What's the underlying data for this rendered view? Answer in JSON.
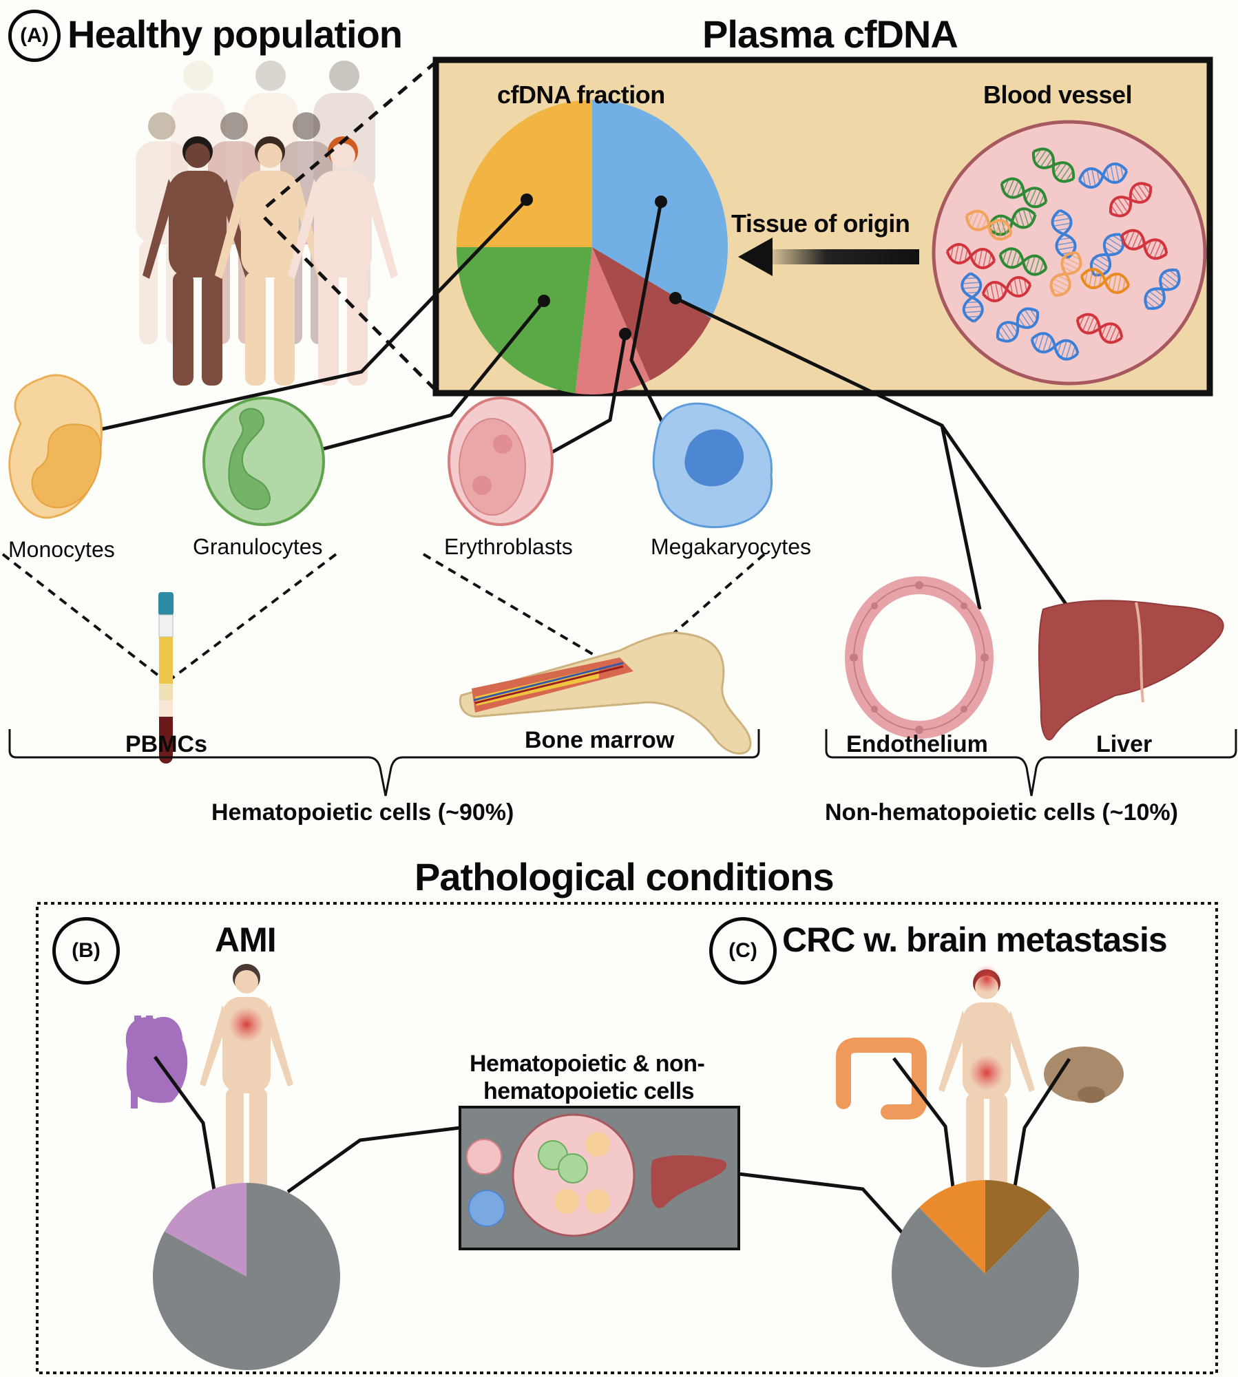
{
  "panel_a": {
    "badge": "(A)",
    "title": "Healthy population",
    "plasma_title": "Plasma cfDNA",
    "pie_title": "cfDNA fraction",
    "vessel_title": "Blood vessel",
    "arrow_label": "Tissue of origin",
    "cells": [
      {
        "label": "Monocytes",
        "color": "#f2b544"
      },
      {
        "label": "Granulocytes",
        "color": "#5aa946"
      },
      {
        "label": "Erythroblasts",
        "color": "#e07c7e"
      },
      {
        "label": "Megakaryocytes",
        "color": "#72afe4"
      }
    ],
    "sources": {
      "pbmcs": "PBMCs",
      "bone_marrow": "Bone marrow",
      "endothelium": "Endothelium",
      "liver": "Liver"
    },
    "group_hematopoietic": "Hematopoietic cells (~90%)",
    "group_non_hematopoietic": "Non-hematopoietic cells (~10%)"
  },
  "pathological": {
    "title": "Pathological conditions",
    "mixed_cells_label_line1": "Hematopoietic & non-",
    "mixed_cells_label_line2": "hematopoietic cells",
    "panel_b": {
      "badge": "(B)",
      "title": "AMI"
    },
    "panel_c": {
      "badge": "(C)",
      "title": "CRC w. brain metastasis"
    }
  },
  "chart_data": [
    {
      "type": "pie",
      "title": "cfDNA fraction",
      "start": "12 o'clock, clockwise",
      "slices": [
        {
          "name": "Megakaryocytes",
          "value": 33,
          "color": "#72afe4"
        },
        {
          "name": "Liver/Endothelium (non-hematopoietic)",
          "value": 10,
          "color": "#a94b4a"
        },
        {
          "name": "Erythroblasts",
          "value": 9,
          "color": "#e07c7e"
        },
        {
          "name": "Granulocytes",
          "value": 23,
          "color": "#5aa946"
        },
        {
          "name": "Monocytes",
          "value": 25,
          "color": "#f2b544"
        }
      ]
    },
    {
      "type": "pie",
      "title": "AMI",
      "start": "12 o'clock, clockwise",
      "slices": [
        {
          "name": "Hematopoietic & non-hematopoietic cells",
          "value": 83,
          "color": "#7f8487"
        },
        {
          "name": "Heart",
          "value": 17,
          "color": "#c294c6"
        }
      ]
    },
    {
      "type": "pie",
      "title": "CRC w. brain metastasis",
      "start": "12 o'clock, clockwise",
      "slices": [
        {
          "name": "Brain",
          "value": 12.5,
          "color": "#9a6a2a"
        },
        {
          "name": "Hematopoietic & non-hematopoietic cells",
          "value": 75,
          "color": "#7f8487"
        },
        {
          "name": "Colon",
          "value": 12.5,
          "color": "#e98a2c"
        }
      ]
    }
  ]
}
